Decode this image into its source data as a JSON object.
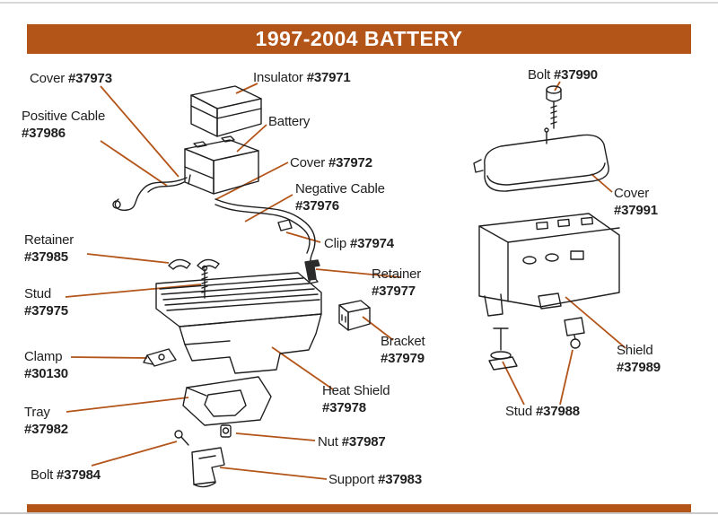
{
  "header": {
    "title": "1997-2004 BATTERY"
  },
  "colors": {
    "accent": "#b35419",
    "ink": "#1f1f1f"
  },
  "labels": [
    {
      "id": "cover-37973",
      "name": "Cover",
      "part": "#37973"
    },
    {
      "id": "insulator-37971",
      "name": "Insulator",
      "part": "#37971"
    },
    {
      "id": "bolt-37990",
      "name": "Bolt",
      "part": "#37990"
    },
    {
      "id": "positive-cable-37986",
      "name": "Positive Cable",
      "part": "#37986"
    },
    {
      "id": "battery",
      "name": "Battery",
      "part": ""
    },
    {
      "id": "cover-37972",
      "name": "Cover",
      "part": "#37972"
    },
    {
      "id": "negative-cable-37976",
      "name": "Negative Cable",
      "part": "#37976"
    },
    {
      "id": "cover-37991",
      "name": "Cover",
      "part": "#37991"
    },
    {
      "id": "retainer-37985",
      "name": "Retainer",
      "part": "#37985"
    },
    {
      "id": "clip-37974",
      "name": "Clip",
      "part": "#37974"
    },
    {
      "id": "retainer-37977",
      "name": "Retainer",
      "part": "#37977"
    },
    {
      "id": "stud-37975",
      "name": "Stud",
      "part": "#37975"
    },
    {
      "id": "bracket-37979",
      "name": "Bracket",
      "part": "#37979"
    },
    {
      "id": "shield-37989",
      "name": "Shield",
      "part": "#37989"
    },
    {
      "id": "clamp-30130",
      "name": "Clamp",
      "part": "#30130"
    },
    {
      "id": "heat-shield-37978",
      "name": "Heat Shield",
      "part": "#37978"
    },
    {
      "id": "stud-37988",
      "name": "Stud",
      "part": "#37988"
    },
    {
      "id": "tray-37982",
      "name": "Tray",
      "part": "#37982"
    },
    {
      "id": "nut-37987",
      "name": "Nut",
      "part": "#37987"
    },
    {
      "id": "bolt-37984",
      "name": "Bolt",
      "part": "#37984"
    },
    {
      "id": "support-37983",
      "name": "Support",
      "part": "#37983"
    }
  ]
}
